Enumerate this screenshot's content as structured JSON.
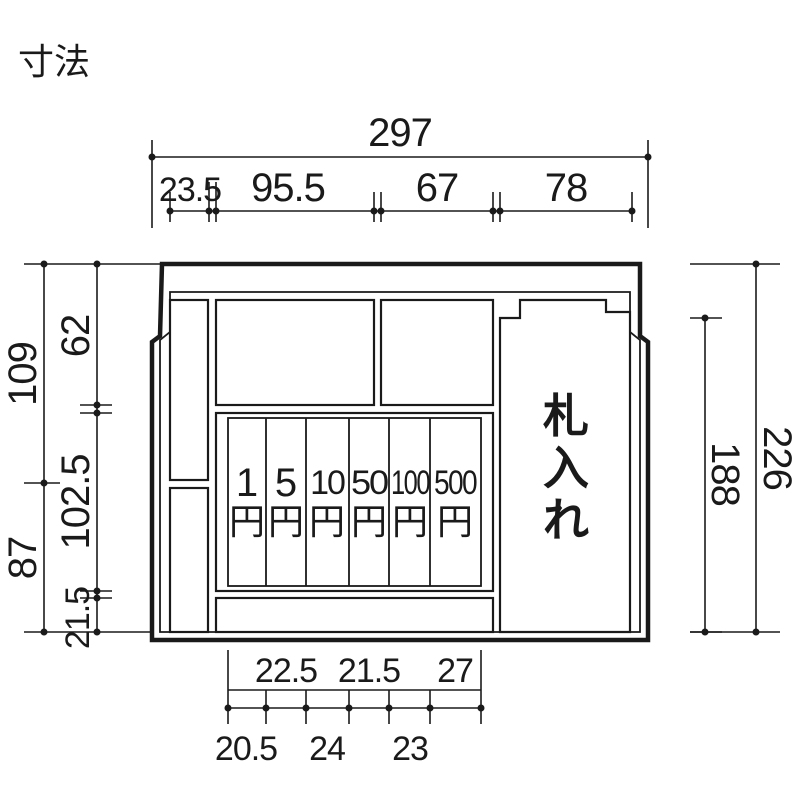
{
  "title": "寸法",
  "top": {
    "overall": "297",
    "segments": [
      "23.5",
      "95.5",
      "67",
      "78"
    ]
  },
  "left": {
    "outer_top": "109",
    "outer_bottom": "87",
    "inner_top": "62",
    "inner_mid": "102.5",
    "inner_bottom": "21.5"
  },
  "right": {
    "inner": "188",
    "overall": "226"
  },
  "bottom": {
    "upper_row": [
      "22.5",
      "21.5",
      "27"
    ],
    "lower_row": [
      "20.5",
      "24",
      "23"
    ]
  },
  "coins": [
    {
      "value": "1",
      "unit": "円"
    },
    {
      "value": "5",
      "unit": "円"
    },
    {
      "value": "10",
      "unit": "円"
    },
    {
      "value": "50",
      "unit": "円"
    },
    {
      "value": "100",
      "unit": "円"
    },
    {
      "value": "500",
      "unit": "円"
    }
  ],
  "bill_compartment": [
    "札",
    "入",
    "れ"
  ]
}
